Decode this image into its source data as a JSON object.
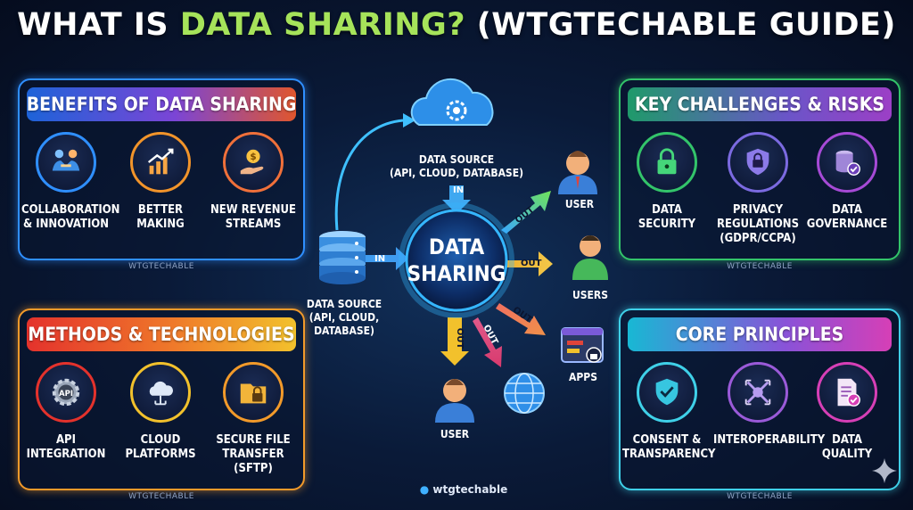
{
  "title": {
    "part1": "WHAT IS ",
    "highlight": "DATA SHARING?",
    "part2": " (WTGTECHABLE GUIDE)"
  },
  "panels": {
    "benefits": {
      "header": "BENEFITS OF DATA SHARING",
      "items": [
        {
          "icon": "handshake-icon",
          "label": "COLLABORATION\n& INNOVATION"
        },
        {
          "icon": "growth-chart-icon",
          "label": "BETTER\nMAKING"
        },
        {
          "icon": "revenue-hand-icon",
          "label": "NEW REVENUE\nSTREAMS"
        }
      ],
      "footer": "WTGTECHABLE"
    },
    "methods": {
      "header": "METHODS & TECHNOLOGIES",
      "items": [
        {
          "icon": "api-gear-icon",
          "label": "API\nINTEGRATION"
        },
        {
          "icon": "cloud-icon",
          "label": "CLOUD\nPLATFORMS"
        },
        {
          "icon": "locked-folder-icon",
          "label": "SECURE FILE\nTRANSFER (SFTP)"
        }
      ],
      "footer": "WTGTECHABLE"
    },
    "challenges": {
      "header": "KEY CHALLENGES & RISKS",
      "items": [
        {
          "icon": "padlock-icon",
          "label": "DATA\nSECURITY"
        },
        {
          "icon": "shield-lock-icon",
          "label": "PRIVACY\nREGULATIONS\n(GDPR/CCPA)"
        },
        {
          "icon": "database-check-icon",
          "label": "DATA\nGOVERNANCE"
        }
      ],
      "footer": "WTGTECHABLE"
    },
    "principles": {
      "header": "CORE PRINCIPLES",
      "items": [
        {
          "icon": "shield-check-icon",
          "label": "CONSENT &\nTRANSPARENCY"
        },
        {
          "icon": "interoperability-icon",
          "label": "INTEROPERABILITY"
        },
        {
          "icon": "document-check-icon",
          "label": "DATA\nQUALITY"
        }
      ],
      "footer": "WTGTECHABLE"
    }
  },
  "center": {
    "hub": "DATA\nSHARING",
    "cloud_source": "DATA SOURCE\n(API, CLOUD, DATABASE)",
    "db_source": "DATA SOURCE\n(API, CLOUD,\nDATABASE)",
    "in_label": "IN",
    "out_label": "OUT",
    "user_top": "USER",
    "users_right": "USERS",
    "apps": "APPS",
    "user_bottom": "USER"
  },
  "logo": "wtgtechable",
  "colors": {
    "benefits": "#2f8fff",
    "methods": "#f29a2a",
    "challenges": "#33c46a",
    "principles": "#3fd0e8",
    "highlight": "#a6e35a",
    "hub": "#35b6ff"
  }
}
